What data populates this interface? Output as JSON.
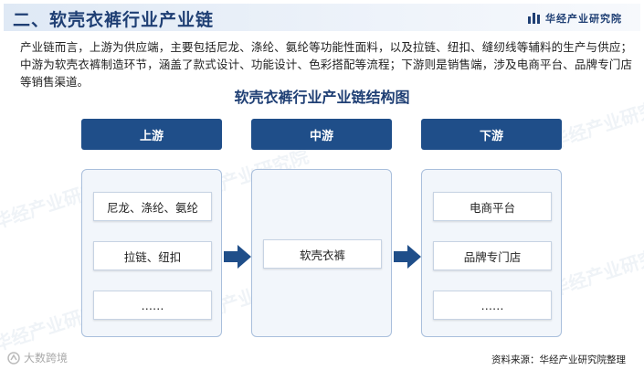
{
  "title": "二、软壳衣裤行业产业链",
  "brand": "华经产业研究院",
  "intro": "产业链而言，上游为供应端，主要包括尼龙、涤纶、氨纶等功能性面料，以及拉链、纽扣、缝纫线等辅料的生产与供应；中游为软壳衣裤制造环节，涵盖了款式设计、功能设计、色彩搭配等流程；下游则是销售端，涉及电商平台、品牌专门店等销售渠道。",
  "diagram_title": "软壳衣裤行业产业链结构图",
  "stages": [
    {
      "header": "上游",
      "items": [
        "尼龙、涤纶、氨纶",
        "拉链、纽扣",
        "……"
      ]
    },
    {
      "header": "中游",
      "items": [
        "软壳衣裤"
      ]
    },
    {
      "header": "下游",
      "items": [
        "电商平台",
        "品牌专门店",
        "……"
      ]
    }
  ],
  "source": "资料来源：华经产业研究院整理",
  "footer_logo": "大数跨境",
  "watermark": "华经产业研究院",
  "colors": {
    "primary": "#1f4e89",
    "panel_bg": "#f2f6fb",
    "panel_border": "#a9bfdc"
  }
}
